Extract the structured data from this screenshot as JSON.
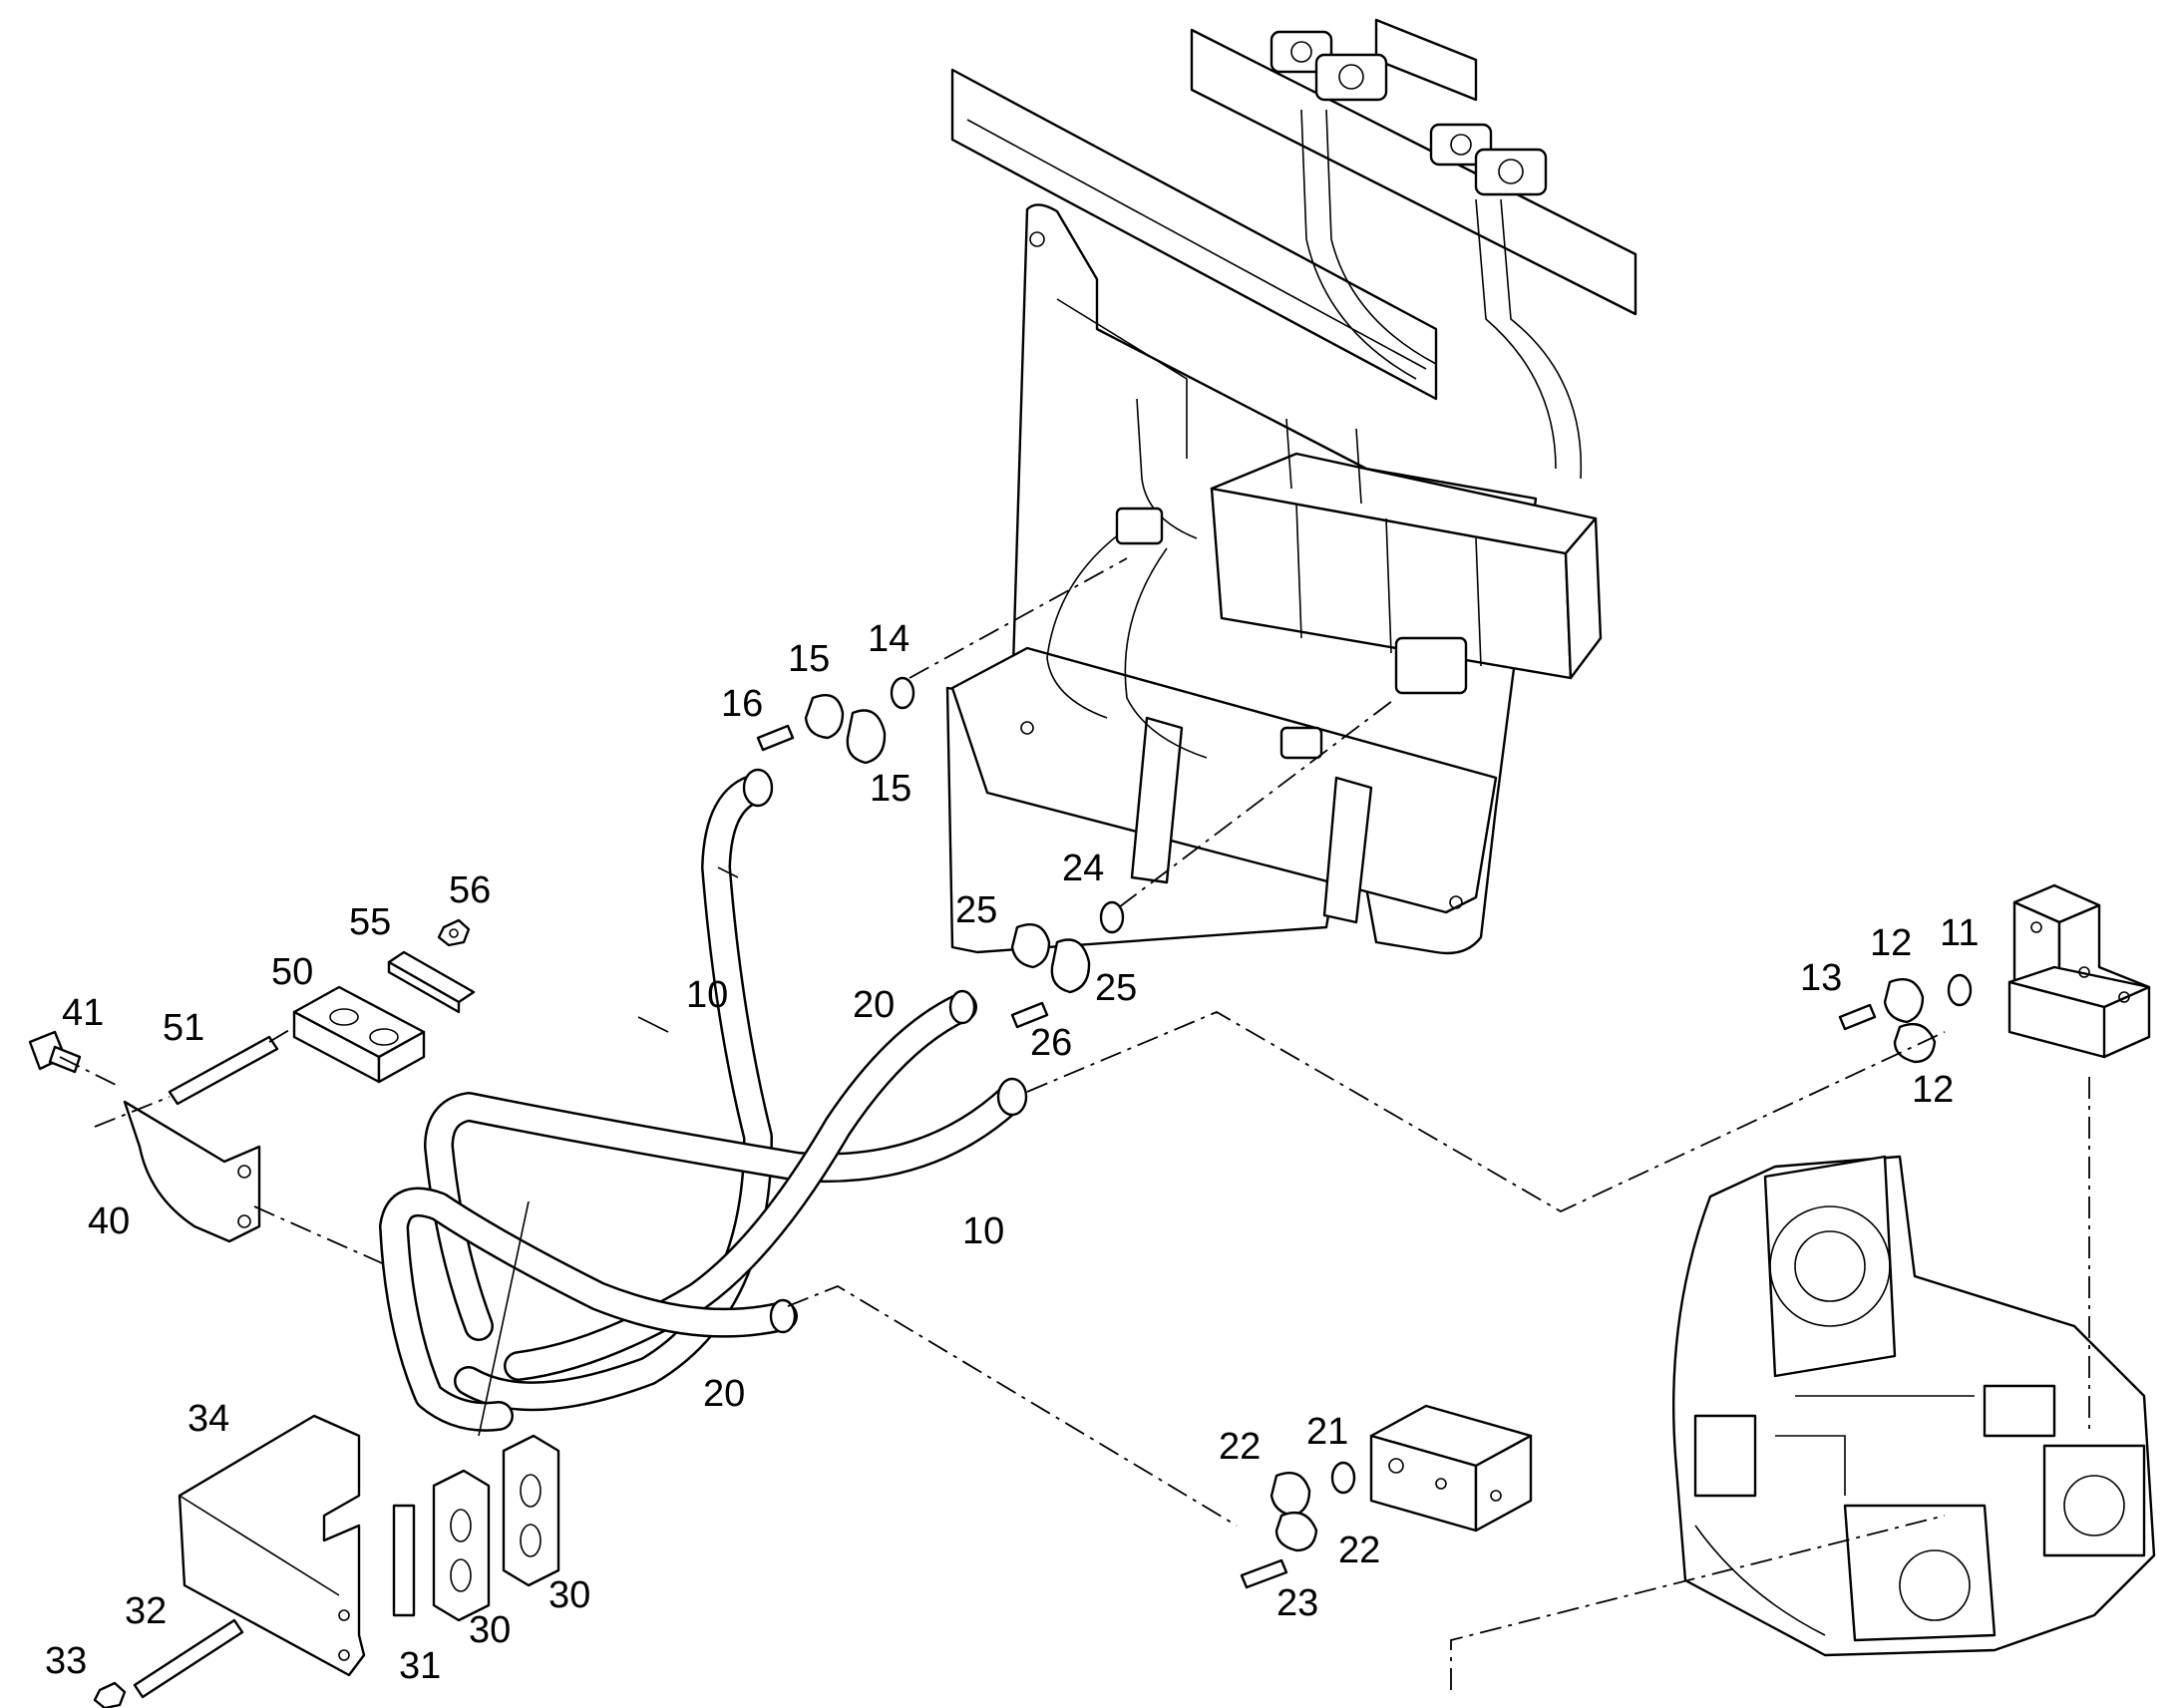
{
  "callouts": [
    {
      "id": "c10a",
      "text": "10"
    },
    {
      "id": "c10b",
      "text": "10"
    },
    {
      "id": "c11",
      "text": "11"
    },
    {
      "id": "c12a",
      "text": "12"
    },
    {
      "id": "c12b",
      "text": "12"
    },
    {
      "id": "c13",
      "text": "13"
    },
    {
      "id": "c14",
      "text": "14"
    },
    {
      "id": "c15a",
      "text": "15"
    },
    {
      "id": "c15b",
      "text": "15"
    },
    {
      "id": "c16",
      "text": "16"
    },
    {
      "id": "c20a",
      "text": "20"
    },
    {
      "id": "c20b",
      "text": "20"
    },
    {
      "id": "c21",
      "text": "21"
    },
    {
      "id": "c22a",
      "text": "22"
    },
    {
      "id": "c22b",
      "text": "22"
    },
    {
      "id": "c23",
      "text": "23"
    },
    {
      "id": "c24",
      "text": "24"
    },
    {
      "id": "c25a",
      "text": "25"
    },
    {
      "id": "c25b",
      "text": "25"
    },
    {
      "id": "c26",
      "text": "26"
    },
    {
      "id": "c30a",
      "text": "30"
    },
    {
      "id": "c30b",
      "text": "30"
    },
    {
      "id": "c31",
      "text": "31"
    },
    {
      "id": "c32",
      "text": "32"
    },
    {
      "id": "c33",
      "text": "33"
    },
    {
      "id": "c34",
      "text": "34"
    },
    {
      "id": "c40",
      "text": "40"
    },
    {
      "id": "c41",
      "text": "41"
    },
    {
      "id": "c50",
      "text": "50"
    },
    {
      "id": "c51",
      "text": "51"
    },
    {
      "id": "c55",
      "text": "55"
    },
    {
      "id": "c56",
      "text": "56"
    }
  ]
}
